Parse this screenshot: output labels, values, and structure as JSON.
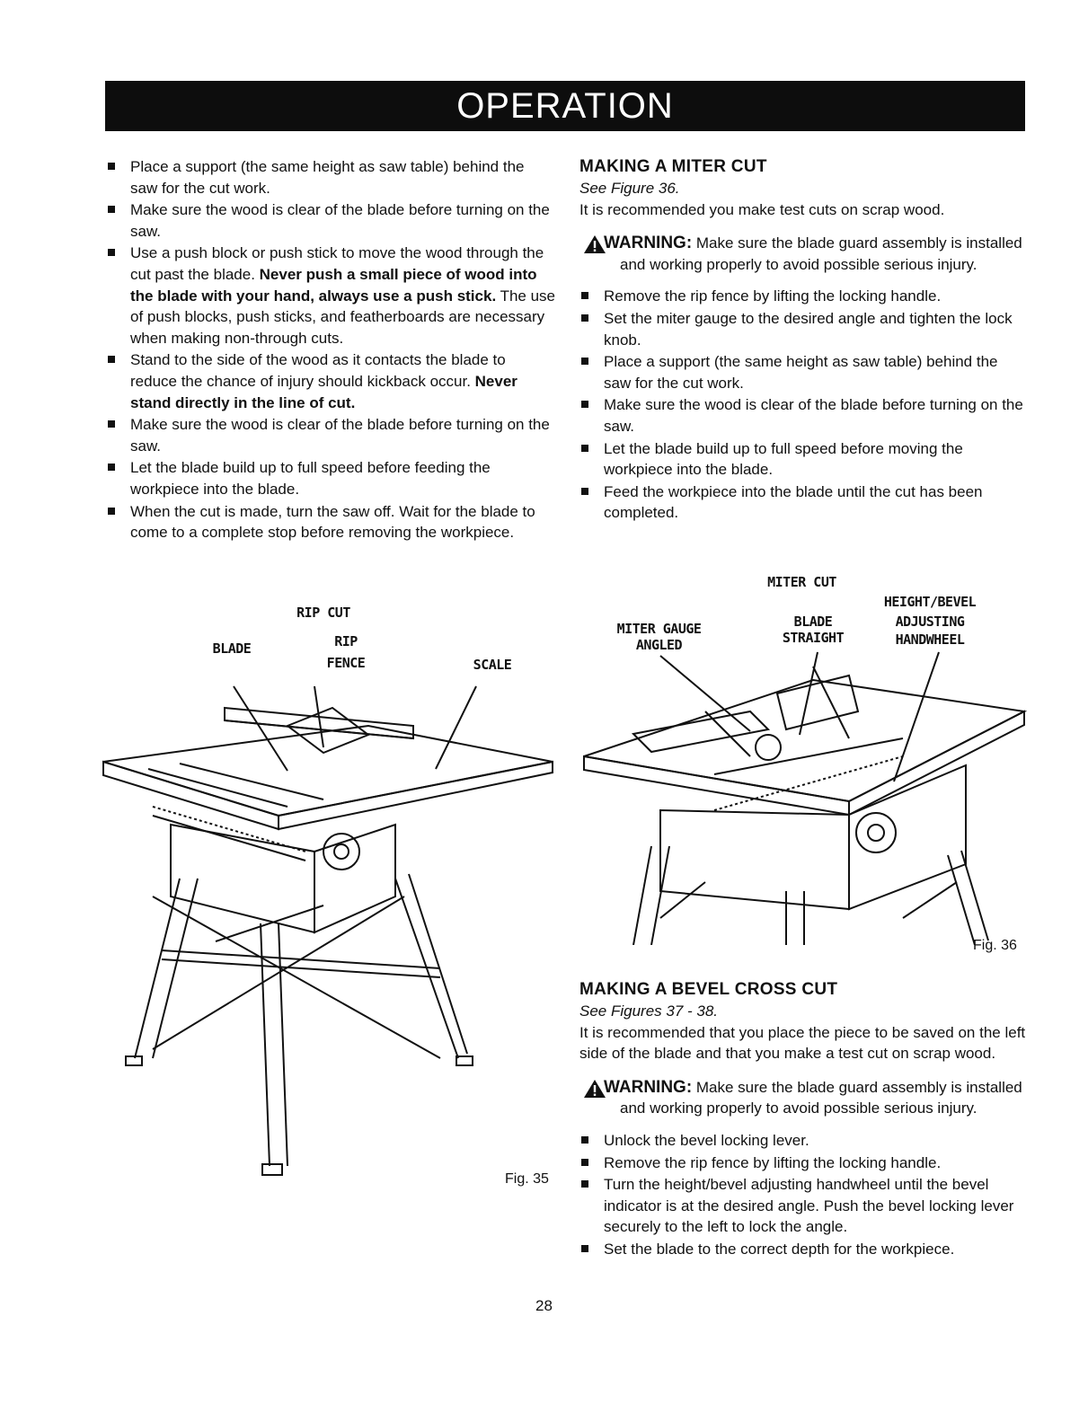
{
  "header": {
    "title": "OPERATION"
  },
  "left_column": {
    "bullets": [
      {
        "parts": [
          {
            "t": "Place a support (the same height as saw table) behind the saw for the cut work."
          }
        ]
      },
      {
        "parts": [
          {
            "t": "Make sure the wood is clear of the blade before turning on the saw."
          }
        ]
      },
      {
        "parts": [
          {
            "t": "Use a push block or push stick to move the wood through the cut past the blade. "
          },
          {
            "t": "Never push a small piece of wood into the blade with your hand, always use a  push stick.",
            "bold": true
          },
          {
            "t": " The use of push blocks, push sticks, and featherboards are necessary when making non-through cuts."
          }
        ]
      },
      {
        "parts": [
          {
            "t": "Stand to the side of the wood as it contacts the blade to reduce the chance of injury should kickback occur. "
          },
          {
            "t": "Never stand directly in the line of cut.",
            "bold": true
          }
        ]
      },
      {
        "parts": [
          {
            "t": "Make sure the wood is clear of the blade before turning on the saw."
          }
        ]
      },
      {
        "parts": [
          {
            "t": "Let the blade build up to full speed before feeding the workpiece into the blade."
          }
        ]
      },
      {
        "parts": [
          {
            "t": "When the cut is made, turn the saw off. Wait for the blade to come to a complete stop before removing the workpiece."
          }
        ]
      }
    ]
  },
  "figure35": {
    "title": "RIP CUT",
    "label_blade": "BLADE",
    "label_rip_fence_1": "RIP",
    "label_rip_fence_2": "FENCE",
    "label_scale": "SCALE",
    "fig_number": "Fig. 35"
  },
  "miter_section": {
    "title": "MAKING A MITER CUT",
    "see": "See Figure 36.",
    "intro": "It is recommended you make test cuts on scrap wood.",
    "warning_label": "WARNING:",
    "warning_text": "Make sure the blade guard assembly is installed and working properly to avoid possible serious injury.",
    "bullets": [
      "Remove the rip fence by lifting the locking handle.",
      "Set the miter gauge to the desired angle and tighten the lock knob.",
      "Place a support (the same height as saw table) behind the saw for the cut work.",
      "Make sure the wood is clear of the blade before turning on the saw.",
      "Let the blade build up to full speed before moving the workpiece into the blade.",
      "Feed the workpiece into the blade until the cut has been completed."
    ]
  },
  "figure36": {
    "title": "MITER CUT",
    "label_miter_gauge_1": "MITER GAUGE",
    "label_miter_gauge_2": "ANGLED",
    "label_blade_1": "BLADE",
    "label_blade_2": "STRAIGHT",
    "label_hw_1": "HEIGHT/BEVEL",
    "label_hw_2": "ADJUSTING",
    "label_hw_3": "HANDWHEEL",
    "fig_number": "Fig. 36"
  },
  "bevel_section": {
    "title": "MAKING A BEVEL CROSS CUT",
    "see": "See Figures 37 - 38.",
    "intro": "It is recommended that you place the piece to be saved on the left side of the blade and that you make a test cut on scrap wood.",
    "warning_label": "WARNING:",
    "warning_text": "Make sure the blade guard assembly is installed and working properly to avoid possible serious injury.",
    "bullets": [
      "Unlock the bevel locking lever.",
      "Remove the rip fence by lifting the locking handle.",
      "Turn the height/bevel adjusting handwheel until the bevel indicator is at the desired angle. Push the bevel locking lever securely to the left to lock the angle.",
      "Set the blade to the correct depth for the workpiece."
    ]
  },
  "footer": {
    "page_number": "28"
  }
}
